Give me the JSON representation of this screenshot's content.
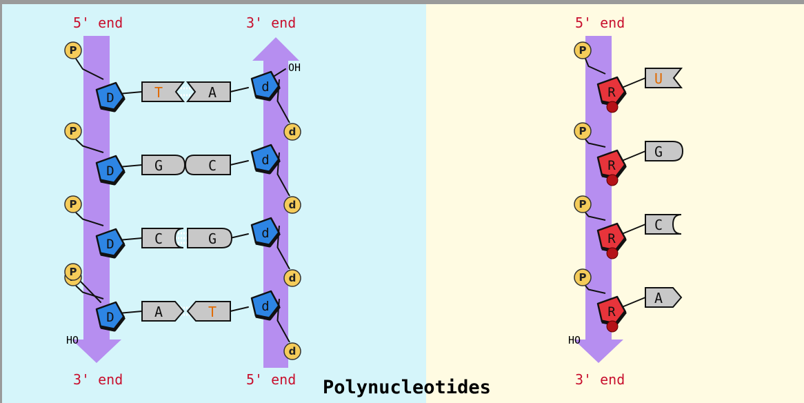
{
  "title": "Polynucleotides",
  "colors": {
    "dna_bg": "#d5f5fa",
    "rna_bg": "#fffbe2",
    "backbone_arrow": "#b68ef0",
    "phosphate": "#f5cc5a",
    "deoxyribose": "#2d85e4",
    "ribose": "#e7343b",
    "base_box": "#c8c8c8",
    "end_label": "#c8102e",
    "highlight_letter": "#e06a00"
  },
  "strand1": {
    "top_label": "5' end",
    "bottom_label": "3' end",
    "terminal_label": "HO",
    "phosphate_letter": "P",
    "sugar_letter": "D",
    "bases": [
      "T",
      "G",
      "C",
      "A"
    ]
  },
  "strand2": {
    "top_label": "3' end",
    "bottom_label": "5' end",
    "terminal_label": "OH",
    "phosphate_letter": "d",
    "sugar_letter": "d",
    "bases": [
      "A",
      "C",
      "G",
      "T"
    ]
  },
  "rna": {
    "top_label": "5' end",
    "bottom_label": "3' end",
    "terminal_label": "HO",
    "phosphate_letter": "P",
    "sugar_letter": "R",
    "bases": [
      "U",
      "G",
      "C",
      "A"
    ]
  },
  "highlight_bases": [
    "T",
    "U"
  ]
}
